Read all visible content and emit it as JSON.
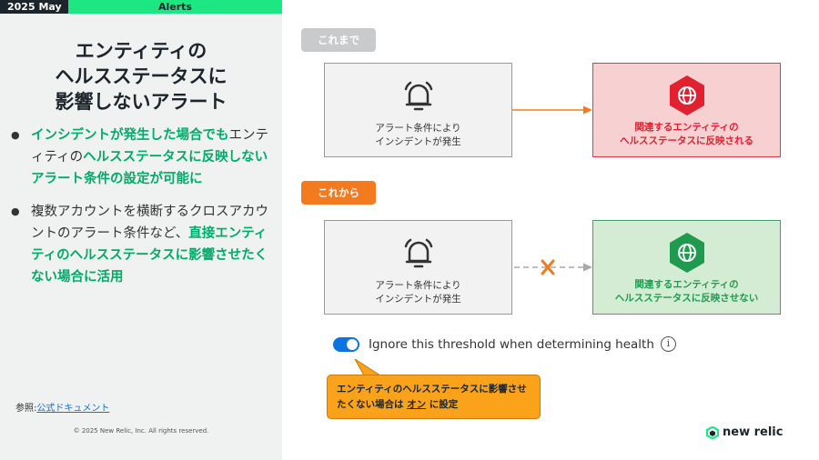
{
  "header": {
    "date": "2025 May",
    "category": "Alerts"
  },
  "title": {
    "line1": "エンティティの",
    "line2": "ヘルスステータスに",
    "line3": "影響しないアラート"
  },
  "bullets": {
    "b1": {
      "p1": "インシデントが発生した場合でも",
      "p2": "エンティティの",
      "p3": "ヘルスステータスに反映しないアラート条件の設定が可能に"
    },
    "b2": {
      "p1": "複数アカウントを横断するクロスアカウントのアラート条件など、",
      "p2": "直接エンティティのヘルスステータスに影響させたくない場合に活用"
    }
  },
  "reference": {
    "label": "参照:",
    "link": "公式ドキュメント"
  },
  "copyright": "© 2025 New Relic, Inc. All rights reserved.",
  "before": {
    "pill": "これまで",
    "condition": {
      "line1": "アラート条件により",
      "line2": "インシデントが発生"
    },
    "result": {
      "line1": "関連するエンティティの",
      "line2": "ヘルスステータスに反映される"
    }
  },
  "after": {
    "pill": "これから",
    "condition": {
      "line1": "アラート条件により",
      "line2": "インシデントが発生"
    },
    "result": {
      "line1": "関連するエンティティの",
      "line2": "ヘルスステータスに反映させない"
    }
  },
  "toggle": {
    "label": "Ignore this threshold when determining health",
    "info": "i",
    "state": "on"
  },
  "callout": {
    "p1": "エンティティのヘルスステータスに影響させたくない場合は ",
    "p2": "オン",
    "p3": " に設定"
  },
  "logo": {
    "text": "new relic"
  },
  "colors": {
    "accent_green": "#1ce783",
    "text_green": "#00ac69",
    "orange": "#f47a20",
    "red": "#e12130",
    "blue_toggle": "#0c74df"
  }
}
